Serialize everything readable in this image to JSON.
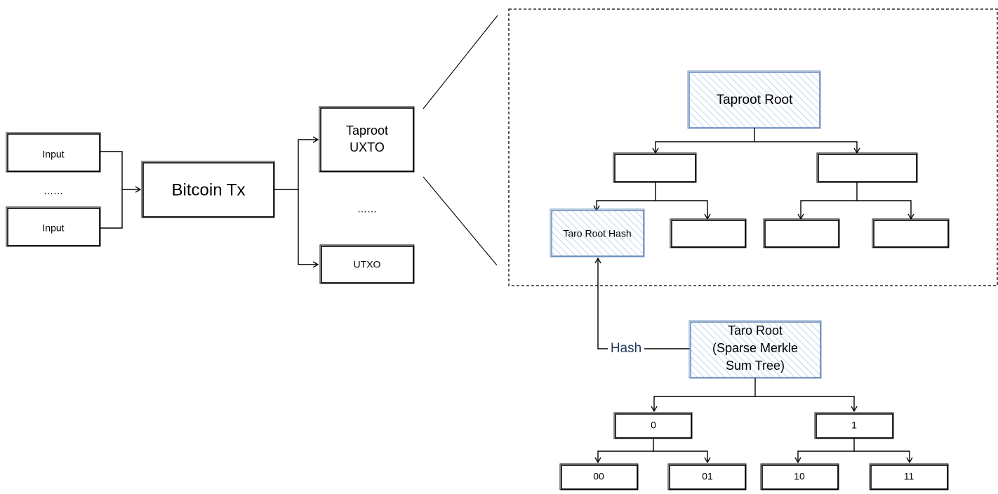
{
  "nodes": {
    "input_1": "Input",
    "inputs_ellipsis": "……",
    "input_2": "Input",
    "bitcoin_tx": "Bitcoin Tx",
    "taproot_uxto_line1": "Taproot",
    "taproot_uxto_line2": "UXTO",
    "outputs_ellipsis": "……",
    "utxo": "UTXO",
    "taproot_root": "Taproot Root",
    "taro_root_hash": "Taro Root Hash",
    "taro_root_line1": "Taro Root",
    "taro_root_line2": "(Sparse Merkle",
    "taro_root_line3": "Sum Tree)",
    "leaf_0": "0",
    "leaf_1": "1",
    "leaf_00": "00",
    "leaf_01": "01",
    "leaf_10": "10",
    "leaf_11": "11"
  },
  "edges": {
    "hash_label": "Hash"
  },
  "colors": {
    "stroke": "#000000",
    "accent_blue": "#6c8ebf",
    "hatch_blue": "#a9c4eb",
    "hash_label": "#1f3a5f"
  }
}
